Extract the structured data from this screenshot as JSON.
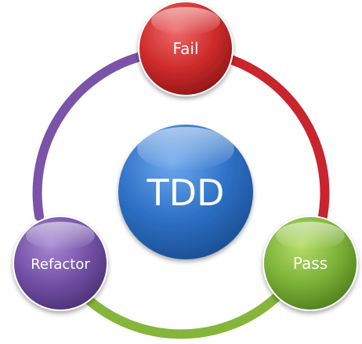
{
  "diagram": {
    "center": {
      "label": "TDD",
      "color": "#2f72c8"
    },
    "nodes": [
      {
        "id": "fail",
        "label": "Fail",
        "color": "#cc2f2f"
      },
      {
        "id": "pass",
        "label": "Pass",
        "color": "#7cb03a"
      },
      {
        "id": "refactor",
        "label": "Refactor",
        "color": "#7452a6"
      }
    ],
    "arcs": [
      {
        "from": "fail",
        "to": "pass",
        "color": "#c8252e"
      },
      {
        "from": "pass",
        "to": "refactor",
        "color": "#85b53a"
      },
      {
        "from": "refactor",
        "to": "fail",
        "color": "#7b53a8"
      }
    ]
  }
}
